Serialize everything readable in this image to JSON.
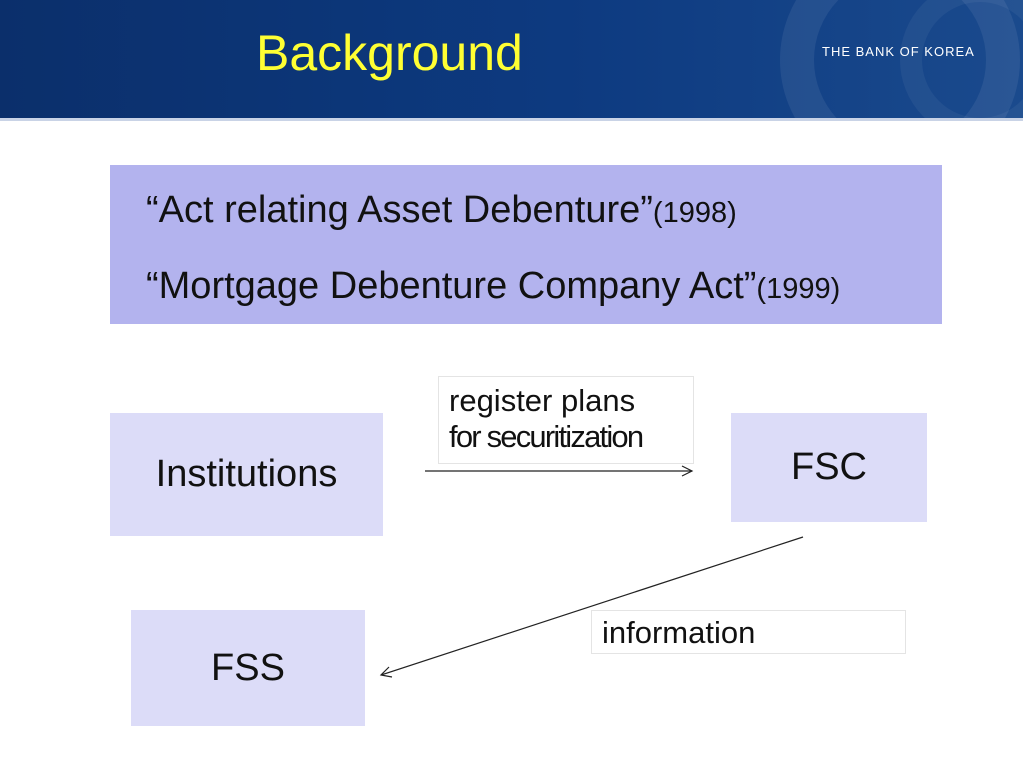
{
  "header": {
    "title": "Background",
    "logo": "THE BANK OF KOREA"
  },
  "acts": [
    {
      "name": "“Act relating Asset Debenture”",
      "year": "(1998)"
    },
    {
      "name": "“Mortgage Debenture Company Act”",
      "year": "(1999)"
    }
  ],
  "nodes": {
    "institutions": "Institutions",
    "fsc": "FSC",
    "fss": "FSS"
  },
  "edges": {
    "register_line1": "register plans",
    "register_line2": "for securitization",
    "information": "information"
  },
  "colors": {
    "header_bg": "#0d3a80",
    "title": "#ffff33",
    "acts_bg": "#b3b3ee",
    "node_bg": "#dcdcf8"
  }
}
